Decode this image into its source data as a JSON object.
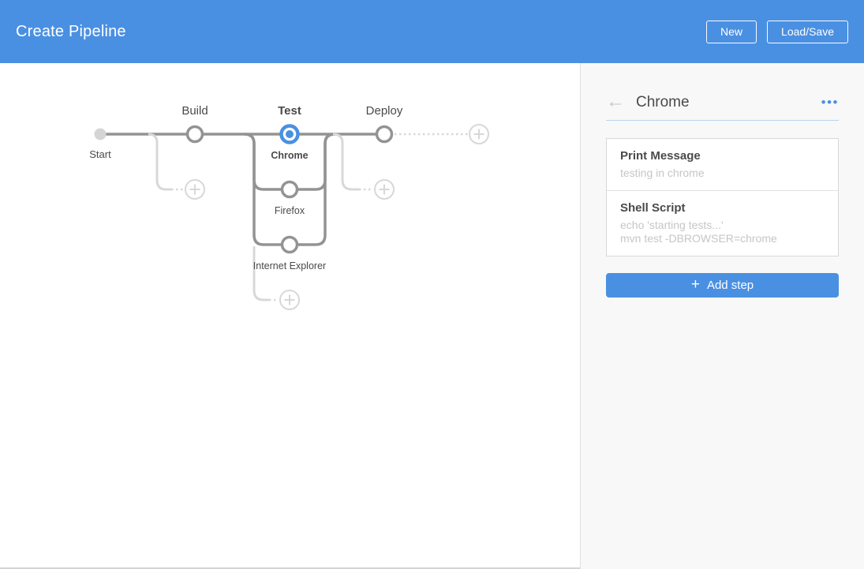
{
  "header": {
    "title": "Create Pipeline",
    "new_button": "New",
    "loadsave_button": "Load/Save"
  },
  "pipeline": {
    "start_label": "Start",
    "stages": [
      {
        "name": "Build",
        "selected": false
      },
      {
        "name": "Test",
        "selected": true,
        "branches": [
          {
            "name": "Chrome",
            "selected": true
          },
          {
            "name": "Firefox",
            "selected": false
          },
          {
            "name": "Internet Explorer",
            "selected": false
          }
        ]
      },
      {
        "name": "Deploy",
        "selected": false
      }
    ]
  },
  "panel": {
    "back_icon": "←",
    "title": "Chrome",
    "more_icon": "•••",
    "steps": [
      {
        "title": "Print Message",
        "details": [
          "testing in chrome"
        ]
      },
      {
        "title": "Shell Script",
        "details": [
          "echo 'starting tests...'",
          "mvn test -DBROWSER=chrome"
        ]
      }
    ],
    "add_step": {
      "icon": "+",
      "label": "Add step"
    }
  },
  "colors": {
    "accent_blue": "#4a90e2",
    "line_dark": "#949393",
    "line_light": "#d8d8d8",
    "start_dot": "#d5d5d5",
    "text_dark": "#4a4a4a",
    "text_muted": "#c6c6c6",
    "panel_bg": "#f8f8f8",
    "divider_blue": "#b9d4f0"
  }
}
